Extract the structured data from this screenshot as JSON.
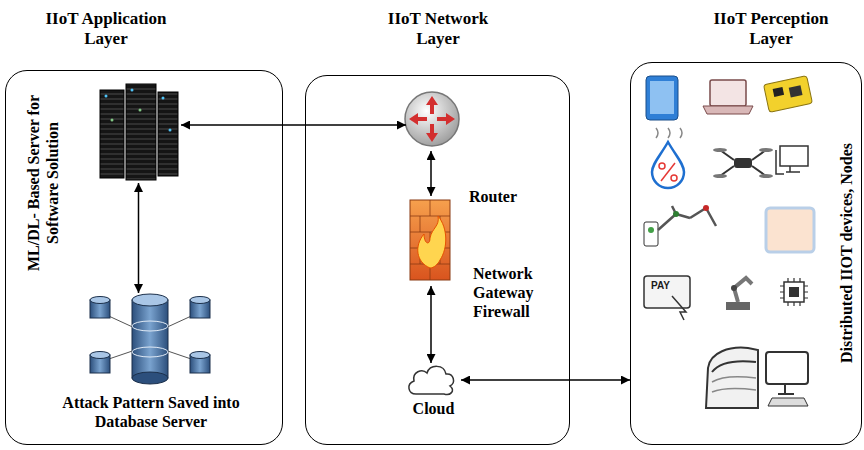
{
  "diagram": {
    "nodes": [
      {
        "text": [
          "IIoT Application Layer"
        ]
      },
      {
        "text": [
          "ML/DL- Based Server for Software Solution"
        ],
        "in": 0
      },
      {
        "text": [
          "Attack Pattern Saved into Database Server"
        ],
        "in": 0
      },
      {
        "text": [
          "IIoT Network Layer"
        ]
      },
      {
        "text": [
          "Router"
        ],
        "in": 3
      },
      {
        "text": [
          "Network Gateway Firewall"
        ],
        "in": 3
      },
      {
        "text": [
          "Cloud"
        ],
        "in": 3
      },
      {
        "text": [
          "IIoT Perception Layer",
          "Distributed IIOT devices, Nodes"
        ]
      }
    ],
    "edges": [
      {
        "from": 1,
        "to": 4,
        "arrow": "both"
      },
      {
        "from": 1,
        "to": 2,
        "arrow": "both"
      },
      {
        "from": 4,
        "to": 5,
        "arrow": "both"
      },
      {
        "from": 5,
        "to": 6,
        "arrow": "both"
      },
      {
        "from": 6,
        "to": 7,
        "arrow": "both"
      }
    ],
    "labels": [
      "PAY"
    ]
  }
}
